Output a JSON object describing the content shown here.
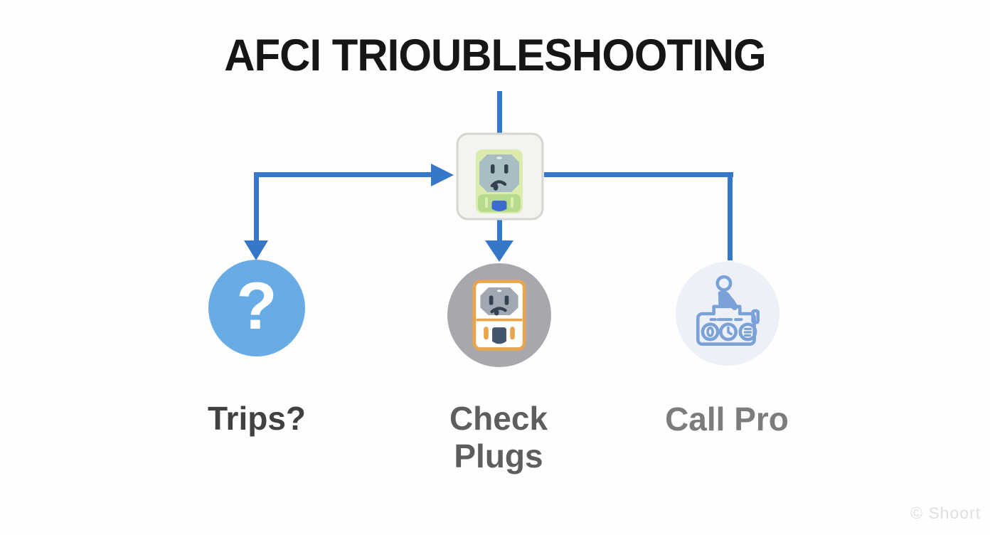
{
  "title": "AFCI TRIOUBLESHOOTING",
  "watermark": "© Shoort",
  "colors": {
    "title": "#161616",
    "arrow": "#3578ca",
    "trips_circle": "#69ace5",
    "check_circle": "#a8a8ac",
    "callpro_circle": "#edf0f7",
    "callpro_line": "#7aa2d8",
    "outlet_plate": "#f3f3f0",
    "outlet_plate_border": "#d6d6d1",
    "outlet_frame": "#dcecae",
    "outlet_body": "#b7db8c",
    "outlet_face": "#a9bec2",
    "face_dark": "#33424e",
    "root_plug": "#3b6bd0",
    "check_border": "#e9a54e",
    "check_face": "#a0a9b3",
    "check_plug": "#44566e",
    "label_dark": "#414141",
    "label_mid": "#5e5e5e",
    "label_light": "#7c7c7c",
    "watermark": "#e0e0e0"
  },
  "nodes": {
    "root": {
      "icon": "sad-afci-outlet"
    },
    "trips": {
      "label": "Trips?",
      "glyph": "?"
    },
    "check": {
      "label": "Check Plugs",
      "icon": "sad-outlet-orange"
    },
    "callpro": {
      "label": "Call Pro",
      "icon": "technician-control-panel"
    }
  }
}
